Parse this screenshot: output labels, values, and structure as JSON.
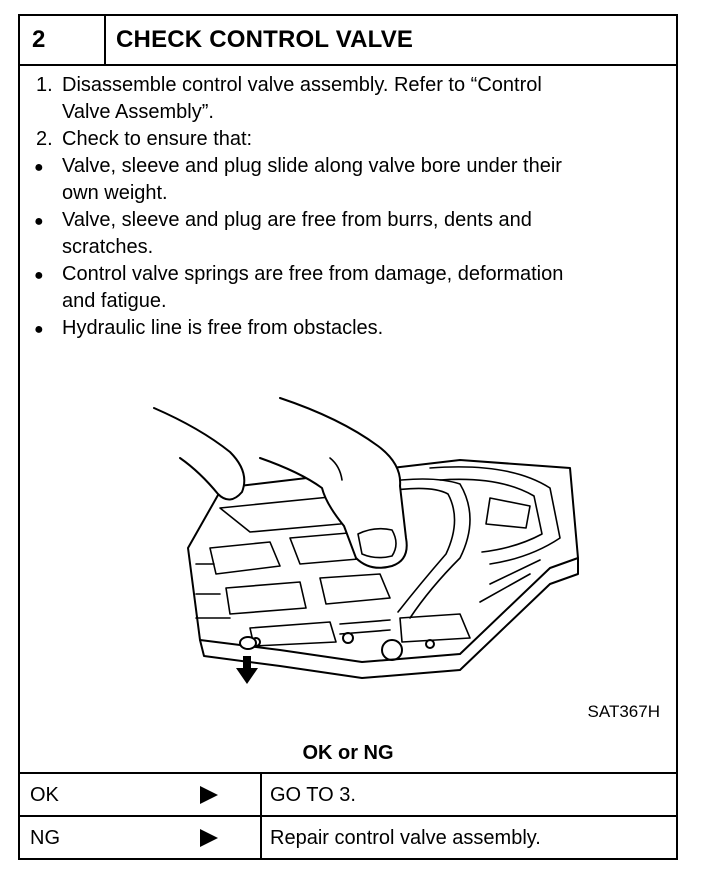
{
  "step": {
    "number": "2",
    "title": "CHECK CONTROL VALVE"
  },
  "items": [
    {
      "marker": "1.",
      "lines": [
        "Disassemble control valve assembly. Refer to “Control",
        "Valve Assembly”."
      ]
    },
    {
      "marker": "2.",
      "lines": [
        "Check to ensure that:"
      ]
    },
    {
      "marker": "●",
      "lines": [
        "Valve, sleeve and plug slide along valve bore under their",
        "own weight."
      ]
    },
    {
      "marker": "●",
      "lines": [
        "Valve, sleeve and plug are free from burrs, dents and",
        "scratches."
      ]
    },
    {
      "marker": "●",
      "lines": [
        "Control valve springs are free from damage, deformation",
        "and fatigue."
      ]
    },
    {
      "marker": "●",
      "lines": [
        "Hydraulic line is free from obstacles."
      ]
    }
  ],
  "figure": {
    "code": "SAT367H"
  },
  "result_label": "OK or NG",
  "results": [
    {
      "status": "OK",
      "action": "GO TO 3."
    },
    {
      "status": "NG",
      "action": "Repair control valve assembly."
    }
  ]
}
